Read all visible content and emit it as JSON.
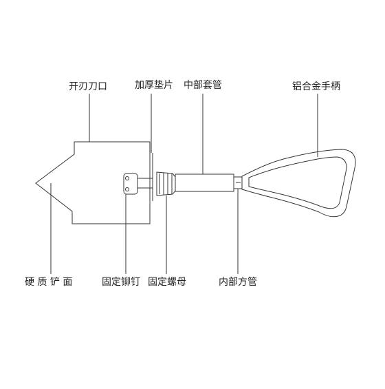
{
  "labels": {
    "blade_edge": "开刃刀口",
    "spacer": "加厚垫片",
    "middle_sleeve": "中部套管",
    "handle": "铝合金手柄",
    "blade_face": "硬 质 铲 面",
    "rivet": "固定铆钉",
    "nut": "固定螺母",
    "inner_tube": "内部方管"
  },
  "colors": {
    "line": "#333333",
    "text": "#222222",
    "background": "#ffffff"
  }
}
